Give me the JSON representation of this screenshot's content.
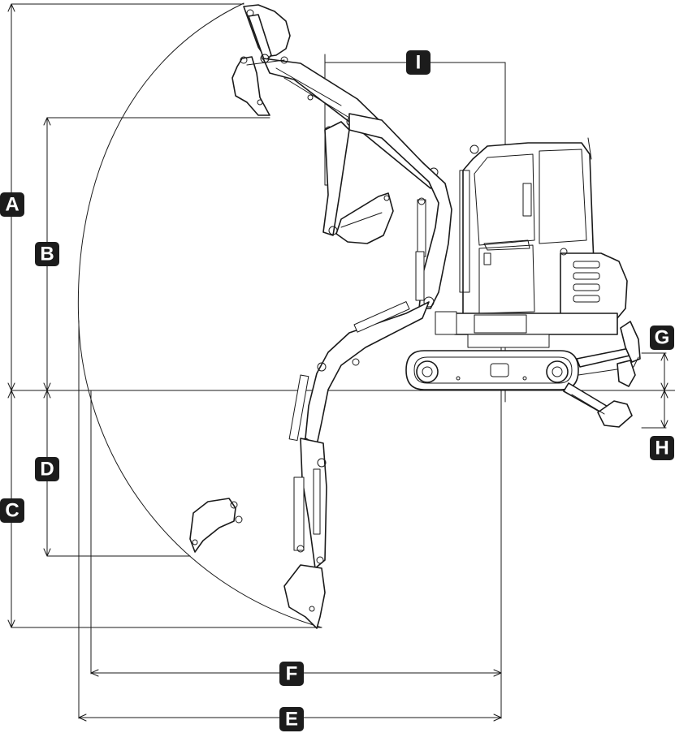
{
  "labels": {
    "A": "A",
    "B": "B",
    "C": "C",
    "D": "D",
    "E": "E",
    "F": "F",
    "G": "G",
    "H": "H",
    "I": "I"
  },
  "colors": {
    "line": "#1a1a1a",
    "badge_fill": "#1c1c1c",
    "badge_text": "#ffffff",
    "background": "#ffffff"
  }
}
